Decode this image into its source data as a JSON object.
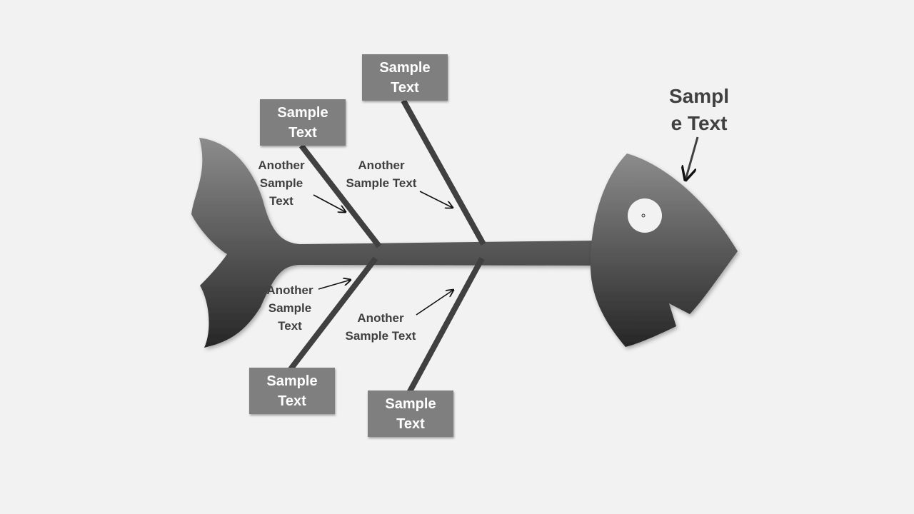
{
  "diagram": {
    "head_label": "Sample Text",
    "categories": [
      {
        "id": "top-right",
        "label": "Sample Text"
      },
      {
        "id": "top-left",
        "label": "Sample Text"
      },
      {
        "id": "bottom-left",
        "label": "Sample Text"
      },
      {
        "id": "bottom-right",
        "label": "Sample Text"
      }
    ],
    "causes": [
      {
        "id": "top-left",
        "label": "Another Sample Text"
      },
      {
        "id": "top-right",
        "label": "Another Sample Text"
      },
      {
        "id": "bottom-left",
        "label": "Another Sample Text"
      },
      {
        "id": "bottom-right",
        "label": "Another Sample Text"
      }
    ]
  },
  "colors": {
    "background": "#f2f2f2",
    "box": "#7f7f7f",
    "bone": "#404040",
    "text": "#404040",
    "fish_light": "#8c8c8c",
    "fish_dark": "#262626"
  }
}
